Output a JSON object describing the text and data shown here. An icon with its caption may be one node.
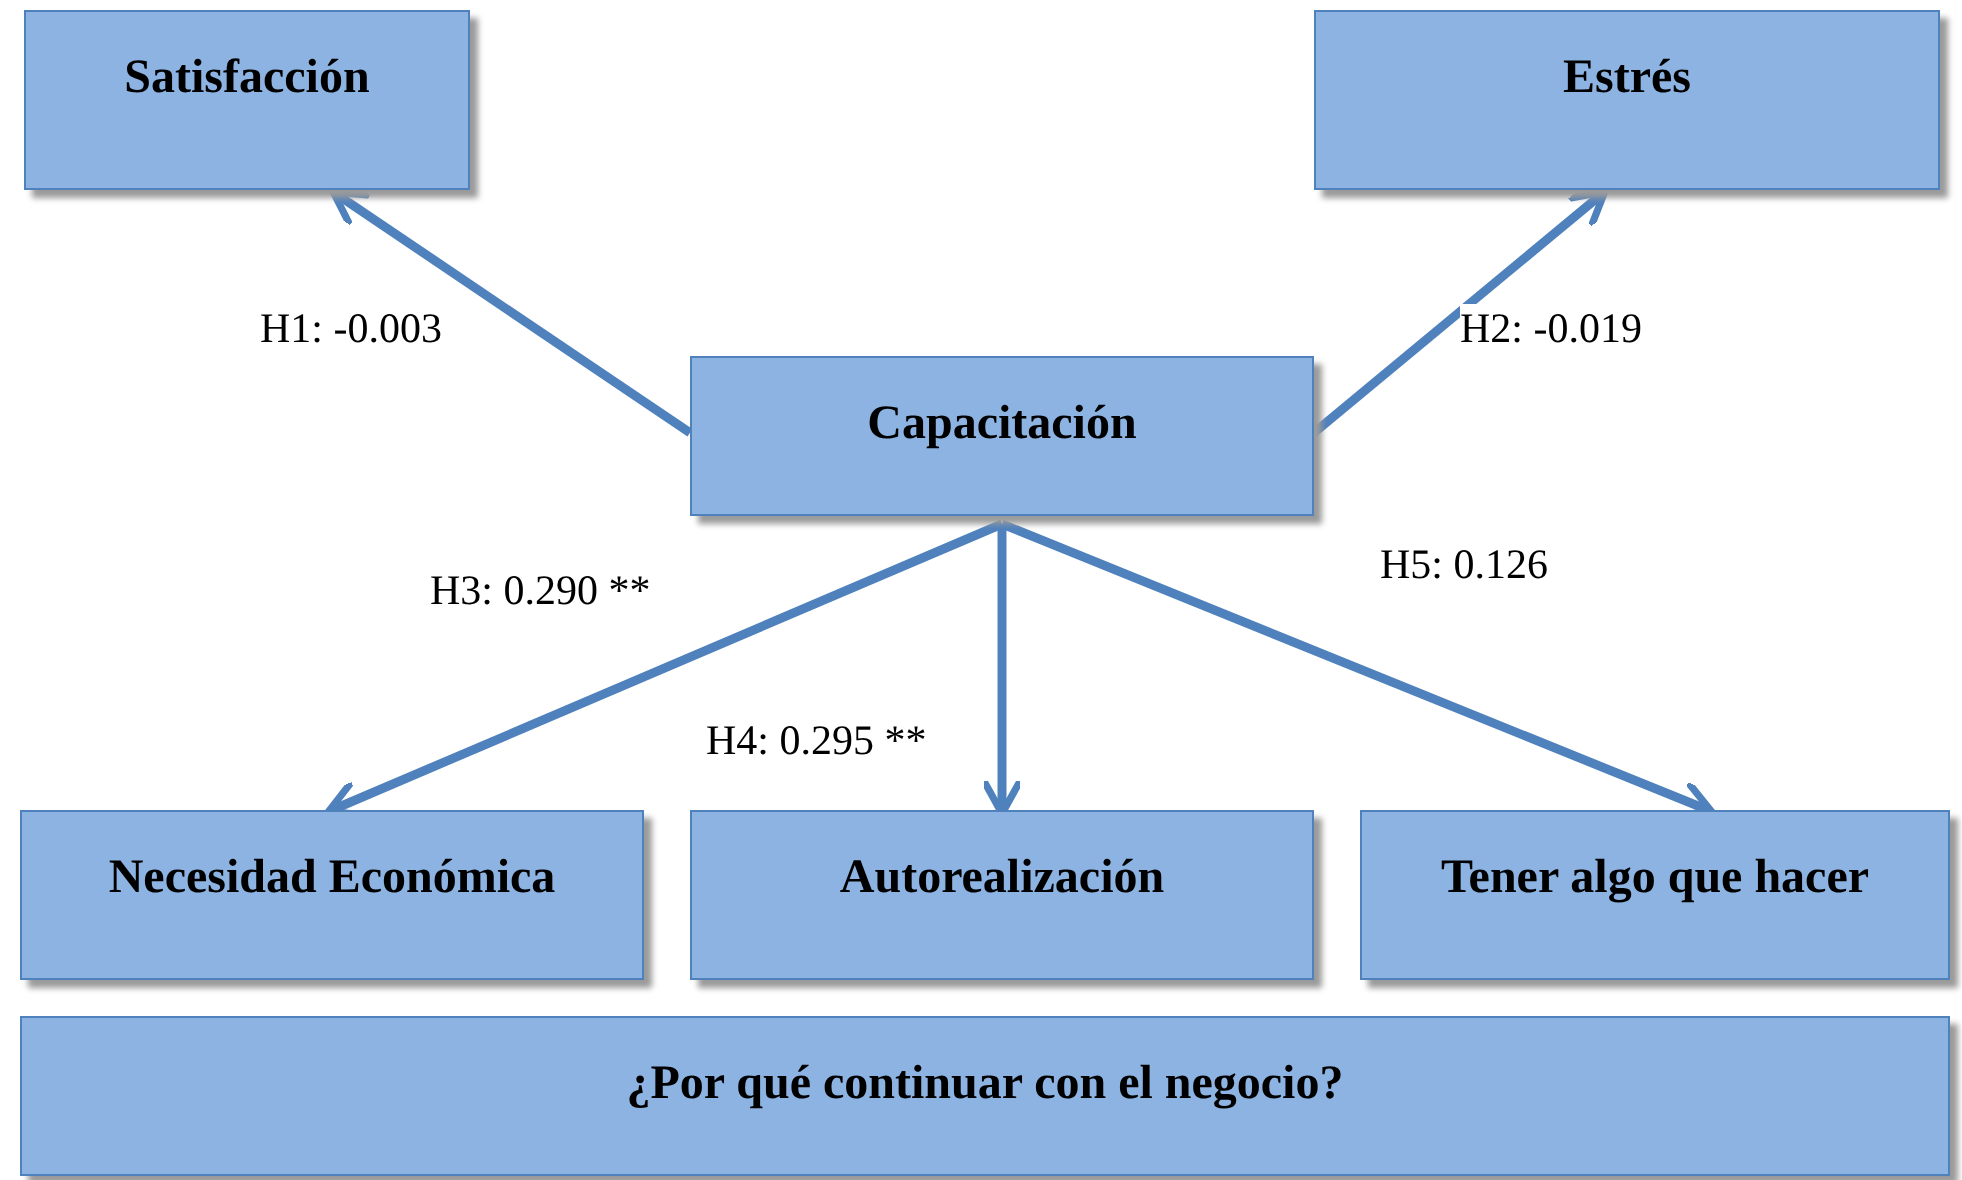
{
  "diagram": {
    "nodes": [
      {
        "text": [
          "Satisfacción"
        ]
      },
      {
        "text": [
          "Estrés"
        ]
      },
      {
        "text": [
          "Capacitación"
        ]
      },
      {
        "text": [
          "Necesidad Económica"
        ]
      },
      {
        "text": [
          "Autorealización"
        ]
      },
      {
        "text": [
          "Tener algo que hacer"
        ]
      },
      {
        "text": [
          "¿Por qué continuar con el negocio?"
        ]
      }
    ],
    "edges": [
      {
        "from": 2,
        "to": 0,
        "arrow": "to",
        "label": "H1: -0.003"
      },
      {
        "from": 2,
        "to": 1,
        "arrow": "to",
        "label": "H2: -0.019"
      },
      {
        "from": 2,
        "to": 3,
        "arrow": "to",
        "label": "H3: 0.290 **"
      },
      {
        "from": 2,
        "to": 4,
        "arrow": "to",
        "label": "H4: 0.295 **"
      },
      {
        "from": 2,
        "to": 5,
        "arrow": "to",
        "label": "H5: 0.126"
      }
    ]
  }
}
